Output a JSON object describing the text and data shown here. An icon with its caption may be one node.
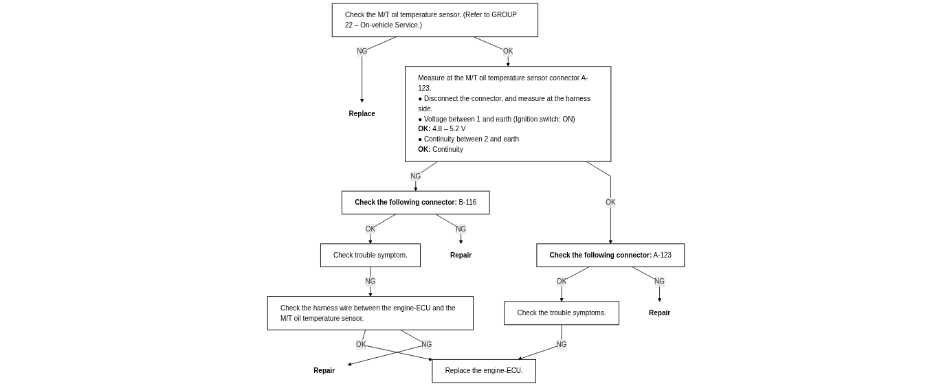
{
  "diagram": {
    "nodes": [
      {
        "text": [
          "Check the M/T oil temperature sensor. (Refer to GROUP 22 – On-vehicle Service.)"
        ]
      },
      {
        "text": [
          "Replace"
        ]
      },
      {
        "text": [
          "Measure at the M/T oil temperature sensor connector A-123.",
          "● Disconnect the connector, and measure at the harness side.",
          "● Voltage between 1 and earth (Ignition switch: ON)",
          "**OK:** 4.8 – 5.2 V",
          "● Continuity between 2 and earth",
          "**OK:** Continuity"
        ]
      },
      {
        "text": [
          "**Check the following connector:** B-116"
        ]
      },
      {
        "text": [
          "Repair"
        ]
      },
      {
        "text": [
          "Check trouble symptom."
        ]
      },
      {
        "text": [
          "**Check the following connector:** A-123"
        ]
      },
      {
        "text": [
          "Repair"
        ]
      },
      {
        "text": [
          "Check the harness wire between the engine-ECU and the M/T oil temperature sensor."
        ]
      },
      {
        "text": [
          "Repair"
        ]
      },
      {
        "text": [
          "Check the trouble symptoms."
        ]
      },
      {
        "text": [
          "Replace the engine-ECU."
        ]
      }
    ],
    "edges": [
      {
        "from": 0,
        "to": 1,
        "arrow": "to",
        "label": "NG"
      },
      {
        "from": 0,
        "to": 2,
        "arrow": "to",
        "label": "OK"
      },
      {
        "from": 2,
        "to": 3,
        "arrow": "to",
        "label": "NG"
      },
      {
        "from": 3,
        "to": 5,
        "arrow": "to",
        "label": "OK"
      },
      {
        "from": 3,
        "to": 4,
        "arrow": "to",
        "label": "NG"
      },
      {
        "from": 2,
        "to": 6,
        "arrow": "to",
        "label": "OK"
      },
      {
        "from": 6,
        "to": 10,
        "arrow": "to",
        "label": "OK"
      },
      {
        "from": 6,
        "to": 7,
        "arrow": "to",
        "label": "NG"
      },
      {
        "from": 5,
        "to": 8,
        "arrow": "to",
        "label": "NG"
      },
      {
        "from": 8,
        "to": 11,
        "arrow": "to",
        "label": "OK"
      },
      {
        "from": 8,
        "to": 9,
        "arrow": "to",
        "label": "NG"
      },
      {
        "from": 10,
        "to": 11,
        "arrow": "to",
        "label": "NG"
      }
    ]
  }
}
